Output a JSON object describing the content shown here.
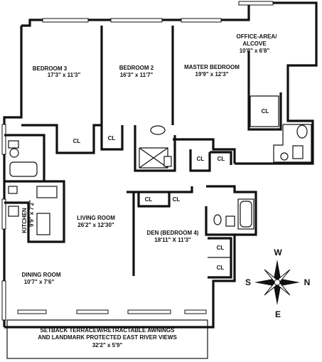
{
  "rooms": {
    "bedroom3": {
      "name": "BEDROOM 3",
      "dims": "17'3\" x 11'3\""
    },
    "bedroom2": {
      "name": "BEDROOM 2",
      "dims": "16'3\" x 11'7\""
    },
    "master": {
      "name": "MASTER BEDROOM",
      "dims": "19'9\" x 12'3\""
    },
    "office": {
      "name1": "OFFICE-AREA/",
      "name2": "ALCOVE",
      "dims": "10'8\" x 6'8\""
    },
    "living": {
      "name": "LIVING ROOM",
      "dims": "26'2\" x 12'30\""
    },
    "den": {
      "name": "DEN (BEDROOM 4)",
      "dims": "18'11\" X 11'3\""
    },
    "kitchen": {
      "name": "KITCHEN",
      "dims": "9'9\" x 7'2\""
    },
    "dining": {
      "name": "DINING ROOM",
      "dims": "10'7\" x 7'6\""
    },
    "terrace": {
      "line1": "SETBACK TERRACEW/RETRACTABLE AWNINGS",
      "line2": "AND LANDMARK PROTECTED EAST RIVER VIEWS",
      "dims": "32'2\" x 5'9\""
    }
  },
  "closet_label": "CL",
  "compass": {
    "n": "N",
    "s": "S",
    "e": "E",
    "w": "W"
  }
}
